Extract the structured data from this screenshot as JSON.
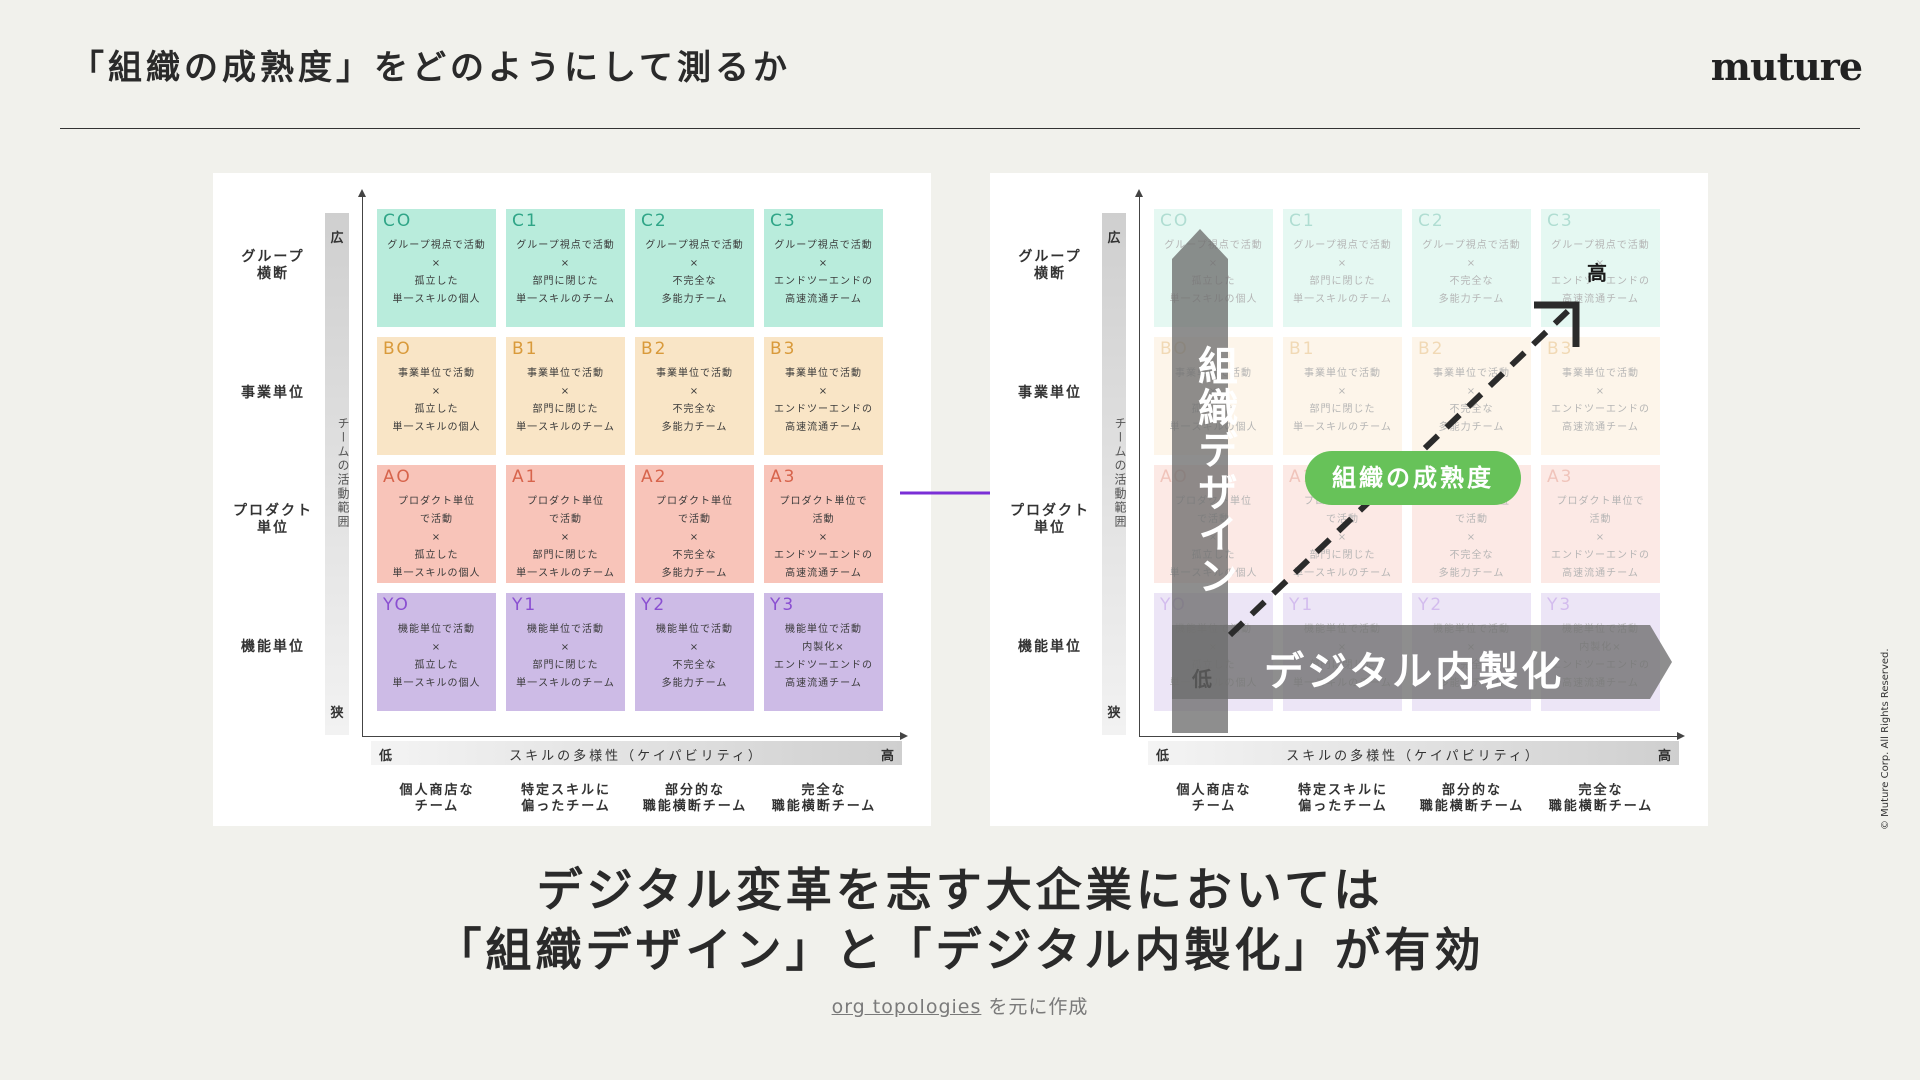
{
  "header": {
    "title": "「組織の成熟度」をどのようにして測るか",
    "logo": "muture"
  },
  "matrix": {
    "row_labels": [
      {
        "line1": "グループ",
        "line2": "横断"
      },
      {
        "line1": "事業単位",
        "line2": ""
      },
      {
        "line1": "プロダクト",
        "line2": "単位"
      },
      {
        "line1": "機能単位",
        "line2": ""
      }
    ],
    "y_axis": {
      "top": "広",
      "bottom": "狭",
      "label": "チームの活動範囲"
    },
    "x_axis": {
      "low": "低",
      "high": "高",
      "label": "スキルの多様性（ケイパビリティ）"
    },
    "col_labels": [
      {
        "line1": "個人商店な",
        "line2": "チーム"
      },
      {
        "line1": "特定スキルに",
        "line2": "偏ったチーム"
      },
      {
        "line1": "部分的な",
        "line2": "職能横断チーム"
      },
      {
        "line1": "完全な",
        "line2": "職能横断チーム"
      }
    ],
    "rows": [
      {
        "key": "C",
        "cells": [
          {
            "code": "CO",
            "desc": "グループ視点で活動\n×\n孤立した\n単一スキルの個人"
          },
          {
            "code": "C1",
            "desc": "グループ視点で活動\n×\n部門に閉じた\n単一スキルのチーム"
          },
          {
            "code": "C2",
            "desc": "グループ視点で活動\n×\n不完全な\n多能力チーム"
          },
          {
            "code": "C3",
            "desc": "グループ視点で活動\n×\nエンドツーエンドの\n高速流通チーム"
          }
        ]
      },
      {
        "key": "B",
        "cells": [
          {
            "code": "BO",
            "desc": "事業単位で活動\n×\n孤立した\n単一スキルの個人"
          },
          {
            "code": "B1",
            "desc": "事業単位で活動\n×\n部門に閉じた\n単一スキルのチーム"
          },
          {
            "code": "B2",
            "desc": "事業単位で活動\n×\n不完全な\n多能力チーム"
          },
          {
            "code": "B3",
            "desc": "事業単位で活動\n×\nエンドツーエンドの\n高速流通チーム"
          }
        ]
      },
      {
        "key": "A",
        "cells": [
          {
            "code": "AO",
            "desc": "プロダクト単位\nで活動\n×\n孤立した\n単一スキルの個人"
          },
          {
            "code": "A1",
            "desc": "プロダクト単位\nで活動\n×\n部門に閉じた\n単一スキルのチーム"
          },
          {
            "code": "A2",
            "desc": "プロダクト単位\nで活動\n×\n不完全な\n多能力チーム"
          },
          {
            "code": "A3",
            "desc": "プロダクト単位で\n活動\n×\nエンドツーエンドの\n高速流通チーム"
          }
        ]
      },
      {
        "key": "Y",
        "cells": [
          {
            "code": "YO",
            "desc": "機能単位で活動\n×\n孤立した\n単一スキルの個人"
          },
          {
            "code": "Y1",
            "desc": "機能単位で活動\n×\n部門に閉じた\n単一スキルのチーム"
          },
          {
            "code": "Y2",
            "desc": "機能単位で活動\n×\n不完全な\n多能力チーム"
          },
          {
            "code": "Y3",
            "desc": "機能単位で活動\n内製化×\nエンドツーエンドの\n高速流通チーム"
          }
        ]
      }
    ],
    "colors": {
      "C": "#b9ecdc",
      "B": "#f9e5c6",
      "A": "#f8c4b9",
      "Y": "#cdbbe6",
      "arrow": "#7a2fd6"
    }
  },
  "overlay": {
    "vertical_arrow": "組織デザイン",
    "horizontal_arrow": "デジタル内製化",
    "maturity_pill": "組織の成熟度",
    "high": "高",
    "low": "低",
    "pill_color": "#67c259"
  },
  "footer": {
    "message_line1": "デジタル変革を志す大企業においては",
    "message_line2": "「組織デザイン」と「デジタル内製化」が有効",
    "source_link": "org topologies",
    "source_suffix": " を元に作成",
    "copyright": "© Muture Corp. All Rights Reserved."
  }
}
